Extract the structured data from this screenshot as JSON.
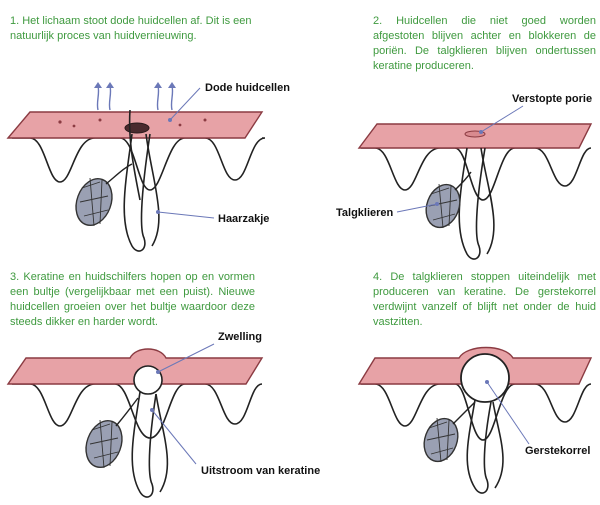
{
  "panels": [
    {
      "step": 1,
      "caption": "1. Het lichaam stoot dode huidcellen af. Dit is een natuurlijk proces van huidvernieuwing.",
      "labels": [
        "Dode huidcellen",
        "Haarzakje"
      ]
    },
    {
      "step": 2,
      "caption": "2. Huidcellen die niet goed worden afgestoten blijven achter en blokkeren de poriën. De talgklieren blijven ondertussen keratine produceren.",
      "labels": [
        "Verstopte porie",
        "Talgklieren"
      ]
    },
    {
      "step": 3,
      "caption": "3. Keratine en huidschilfers hopen op en vormen een bultje (vergelijkbaar met een puist). Nieuwe huidcellen groeien over het bultje waardoor deze steeds dikker en harder wordt.",
      "labels": [
        "Zwelling",
        "Uitstroom van keratine"
      ]
    },
    {
      "step": 4,
      "caption": "4. De talgklieren stoppen uiteindelijk met produceren van keratine. De gerstekorrel verdwijnt vanzelf of blijft net onder de huid vastzitten.",
      "labels": [
        "Gerstekorrel"
      ]
    }
  ],
  "colors": {
    "caption_text": "#3f9a3f",
    "skin_fill": "#e7a2a6",
    "skin_stroke": "#8b3b42",
    "gland_fill": "#9aa0b3",
    "line": "#222222",
    "pointer": "#6b78b8"
  }
}
